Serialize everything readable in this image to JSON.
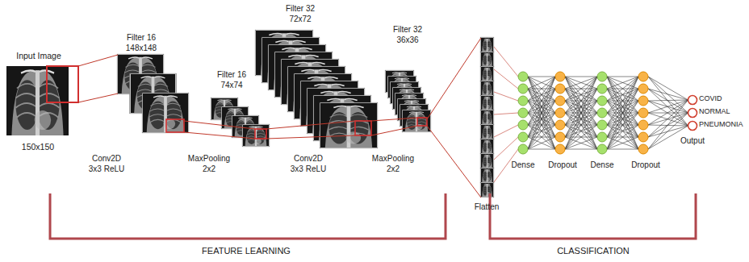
{
  "diagram": {
    "labels": [
      "Input Image",
      "150x150",
      "Filter 16 148x148",
      "Conv2D 3x3 ReLU",
      "Filter 16 74x74",
      "MaxPooling 2x2",
      "Filter 32 72x72",
      "Conv2D 3x3 ReLU",
      "Filter 32 36x36",
      "MaxPooling 2x2",
      "Flatten",
      "Dense",
      "Dropout",
      "Dense",
      "Dropout",
      "Output",
      "COVID",
      "NORMAL",
      "PNEUMONIA",
      "FEATURE LEARNING",
      "CLASSIFICATION"
    ]
  }
}
